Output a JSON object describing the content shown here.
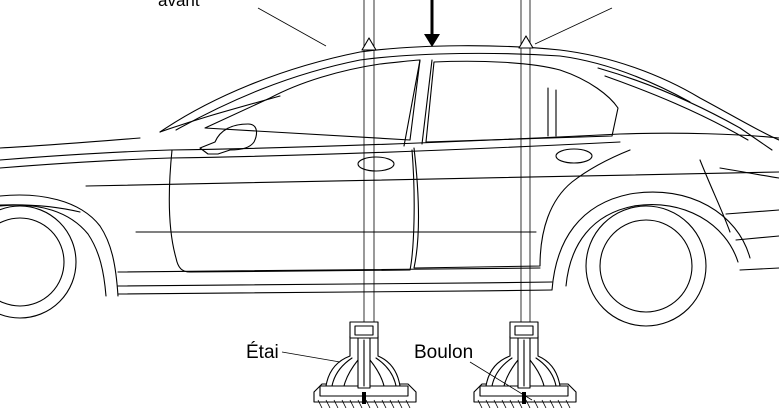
{
  "labels": {
    "top_left": "avant",
    "stand": "Étai",
    "bolt": "Boulon"
  }
}
